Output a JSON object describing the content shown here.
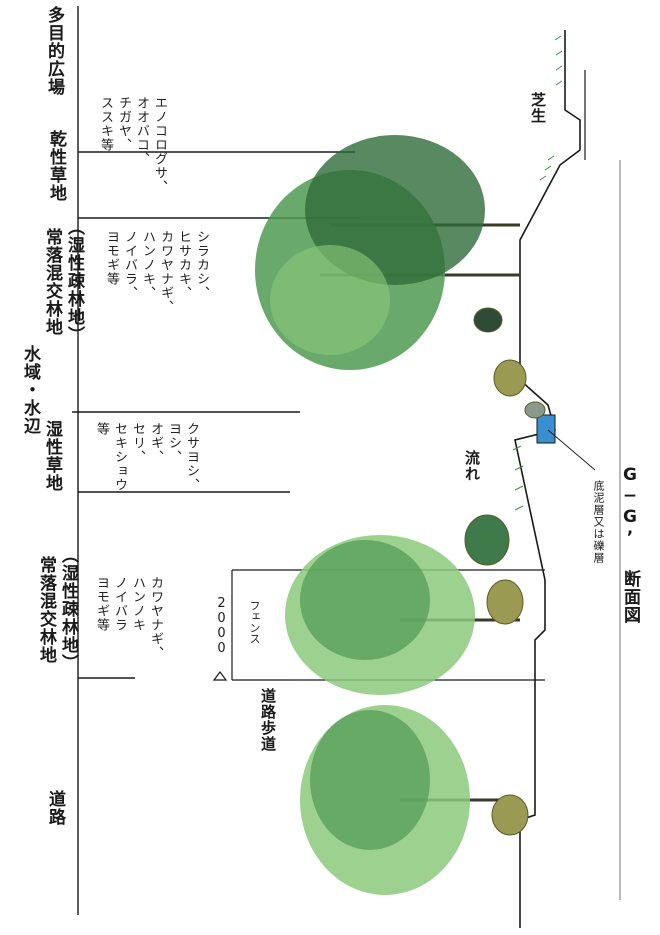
{
  "zones": {
    "road": "道路",
    "evergreen_left": "常落混交林地",
    "evergreen_left_sub": "（湿性疎林地）",
    "water_edge_title": "水域・水辺",
    "wet_grass": "湿性草地",
    "evergreen_right": "常落混交林地",
    "evergreen_right_sub": "（湿性疎林地）",
    "dry_grass": "乾性草地",
    "plaza": "多目的広場"
  },
  "species": {
    "evergreen_left": [
      "カワヤナギ、",
      "ハンノキ",
      "ノイバラ",
      "ヨモギ等"
    ],
    "wet_grass": [
      "クサヨシ、",
      "ヨシ、",
      "オギ、",
      "セリ、",
      "セキショウ",
      "等"
    ],
    "evergreen_right": [
      "シラカシ、",
      "ヒサカキ、",
      "カワヤナギ、",
      "ハンノキ、",
      "ノイバラ、",
      "ヨモギ等"
    ],
    "dry_grass": [
      "エノコログサ、",
      "オオバコ、",
      "チガヤ、",
      "ススキ等"
    ]
  },
  "labels": {
    "sidewalk": "道路歩道",
    "dimension": "2000",
    "fence": "フェンス",
    "stream": "流れ",
    "lawn": "芝生",
    "bottom_note": "底泥層又は礫層",
    "figure_title": "G−G’ 断面図"
  },
  "colors": {
    "foliage_dark": "#2f6b3a",
    "foliage_mid": "#4f9a52",
    "foliage_light": "#8cc97c",
    "shrub": "#9a9a52",
    "water": "#3a8fd0",
    "line": "#1a1a1a"
  }
}
